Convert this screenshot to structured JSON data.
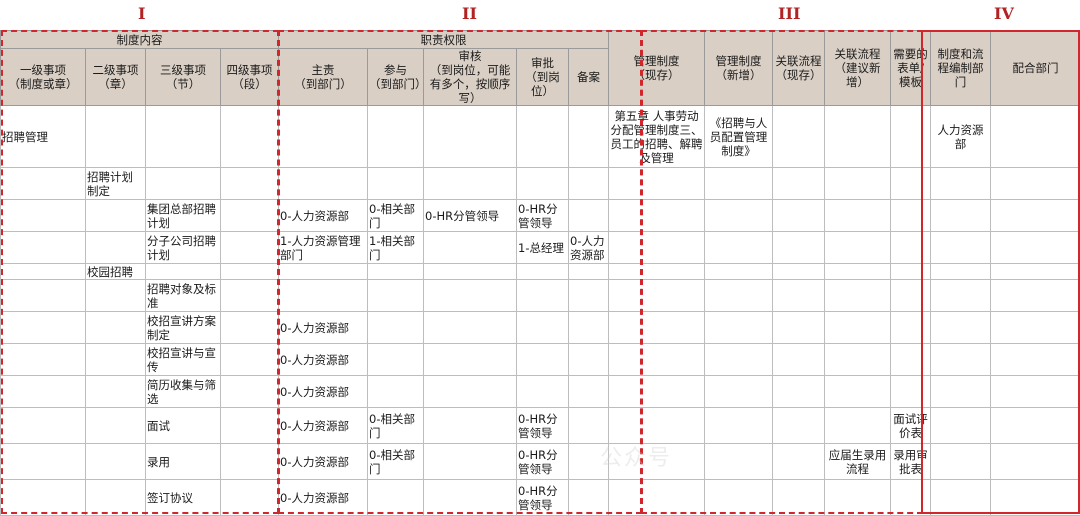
{
  "sections": [
    "I",
    "II",
    "III",
    "IV"
  ],
  "groups": {
    "g1": "制度内容",
    "g2": "职责权限"
  },
  "headers": {
    "h1": "一级事项\n（制度或章）",
    "h2": "二级事项\n（章）",
    "h3": "三级事项\n（节）",
    "h4": "四级事项\n（段）",
    "h5": "主责\n（到部门）",
    "h6": "参与\n（到部门）",
    "h7": "审核\n（到岗位，可能有多个，按顺序写）",
    "h8": "审批\n（到岗位）",
    "h9": "备案",
    "h10": "管理制度\n（现存）",
    "h11": "管理制度\n（新增）",
    "h12": "关联流程\n（现存）",
    "h13": "关联流程\n（建议新增）",
    "h14": "需要的表单/模板",
    "h15": "制度和流程编制部门",
    "h16": "配合部门"
  },
  "rows": [
    [
      "招聘管理",
      "",
      "",
      "",
      "",
      "",
      "",
      "",
      "",
      "第五章 人事劳动分配管理制度三、员工的招聘、解聘及管理",
      "《招聘与人员配置管理制度》",
      "",
      "",
      "",
      "人力资源部",
      ""
    ],
    [
      "",
      "招聘计划制定",
      "",
      "",
      "",
      "",
      "",
      "",
      "",
      "",
      "",
      "",
      "",
      "",
      "",
      ""
    ],
    [
      "",
      "",
      "集团总部招聘计划",
      "",
      "0-人力资源部",
      "0-相关部门",
      "0-HR分管领导",
      "0-HR分管领导",
      "",
      "",
      "",
      "",
      "",
      "",
      "",
      ""
    ],
    [
      "",
      "",
      "分子公司招聘计划",
      "",
      "1-人力资源管理部门",
      "1-相关部门",
      "",
      "1-总经理",
      "0-人力资源部",
      "",
      "",
      "",
      "",
      "",
      "",
      ""
    ],
    [
      "",
      "校园招聘",
      "",
      "",
      "",
      "",
      "",
      "",
      "",
      "",
      "",
      "",
      "",
      "",
      "",
      ""
    ],
    [
      "",
      "",
      "招聘对象及标准",
      "",
      "",
      "",
      "",
      "",
      "",
      "",
      "",
      "",
      "",
      "",
      "",
      ""
    ],
    [
      "",
      "",
      "校招宣讲方案制定",
      "",
      "0-人力资源部",
      "",
      "",
      "",
      "",
      "",
      "",
      "",
      "",
      "",
      "",
      ""
    ],
    [
      "",
      "",
      "校招宣讲与宣传",
      "",
      "0-人力资源部",
      "",
      "",
      "",
      "",
      "",
      "",
      "",
      "",
      "",
      "",
      ""
    ],
    [
      "",
      "",
      "简历收集与筛选",
      "",
      "0-人力资源部",
      "",
      "",
      "",
      "",
      "",
      "",
      "",
      "",
      "",
      "",
      ""
    ],
    [
      "",
      "",
      "面试",
      "",
      "0-人力资源部",
      "0-相关部门",
      "",
      "0-HR分管领导",
      "",
      "",
      "",
      "",
      "",
      "面试评价表",
      "",
      ""
    ],
    [
      "",
      "",
      "录用",
      "",
      "0-人力资源部",
      "0-相关部门",
      "",
      "0-HR分管领导",
      "",
      "",
      "",
      "",
      "应届生录用流程",
      "录用审批表",
      "",
      ""
    ],
    [
      "",
      "",
      "签订协议",
      "",
      "0-人力资源部",
      "",
      "",
      "0-HR分管领导",
      "",
      "",
      "",
      "",
      "",
      "",
      "",
      ""
    ]
  ],
  "watermark": "公众号"
}
